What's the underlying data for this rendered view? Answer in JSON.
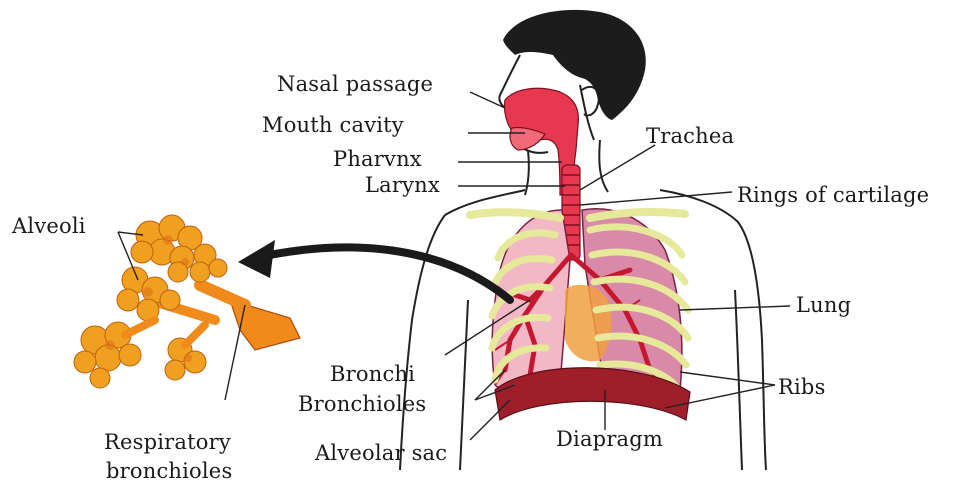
{
  "labels": {
    "nasal_passage": "Nasal passage",
    "mouth_cavity": "Mouth cavity",
    "pharynx": "Pharvnx",
    "larynx": "Larynx",
    "trachea": "Trachea",
    "rings_of_cartilage": "Rings of cartilage",
    "lung": "Lung",
    "ribs": "Ribs",
    "diaphragm": "Diapragm",
    "alveolar_sac": "Alveolar sac",
    "bronchi": "Bronchi",
    "bronchioles": "Bronchioles",
    "alveoli": "Alveoli",
    "respiratory_bronchioles_1": "Respiratory",
    "respiratory_bronchioles_2": "bronchioles"
  },
  "colors": {
    "hair": "#1c1c1c",
    "airway": "#e8384f",
    "lung_left": "#f2b8c6",
    "lung_right": "#d98aa8",
    "ribs": "#e6e89a",
    "rib_outline": "#8a8a3a",
    "diaphragm": "#9e1f2a",
    "heart": "#f0a040",
    "alveoli": "#f0a020",
    "alveoli_dark": "#e0701a",
    "outline": "#222222"
  }
}
